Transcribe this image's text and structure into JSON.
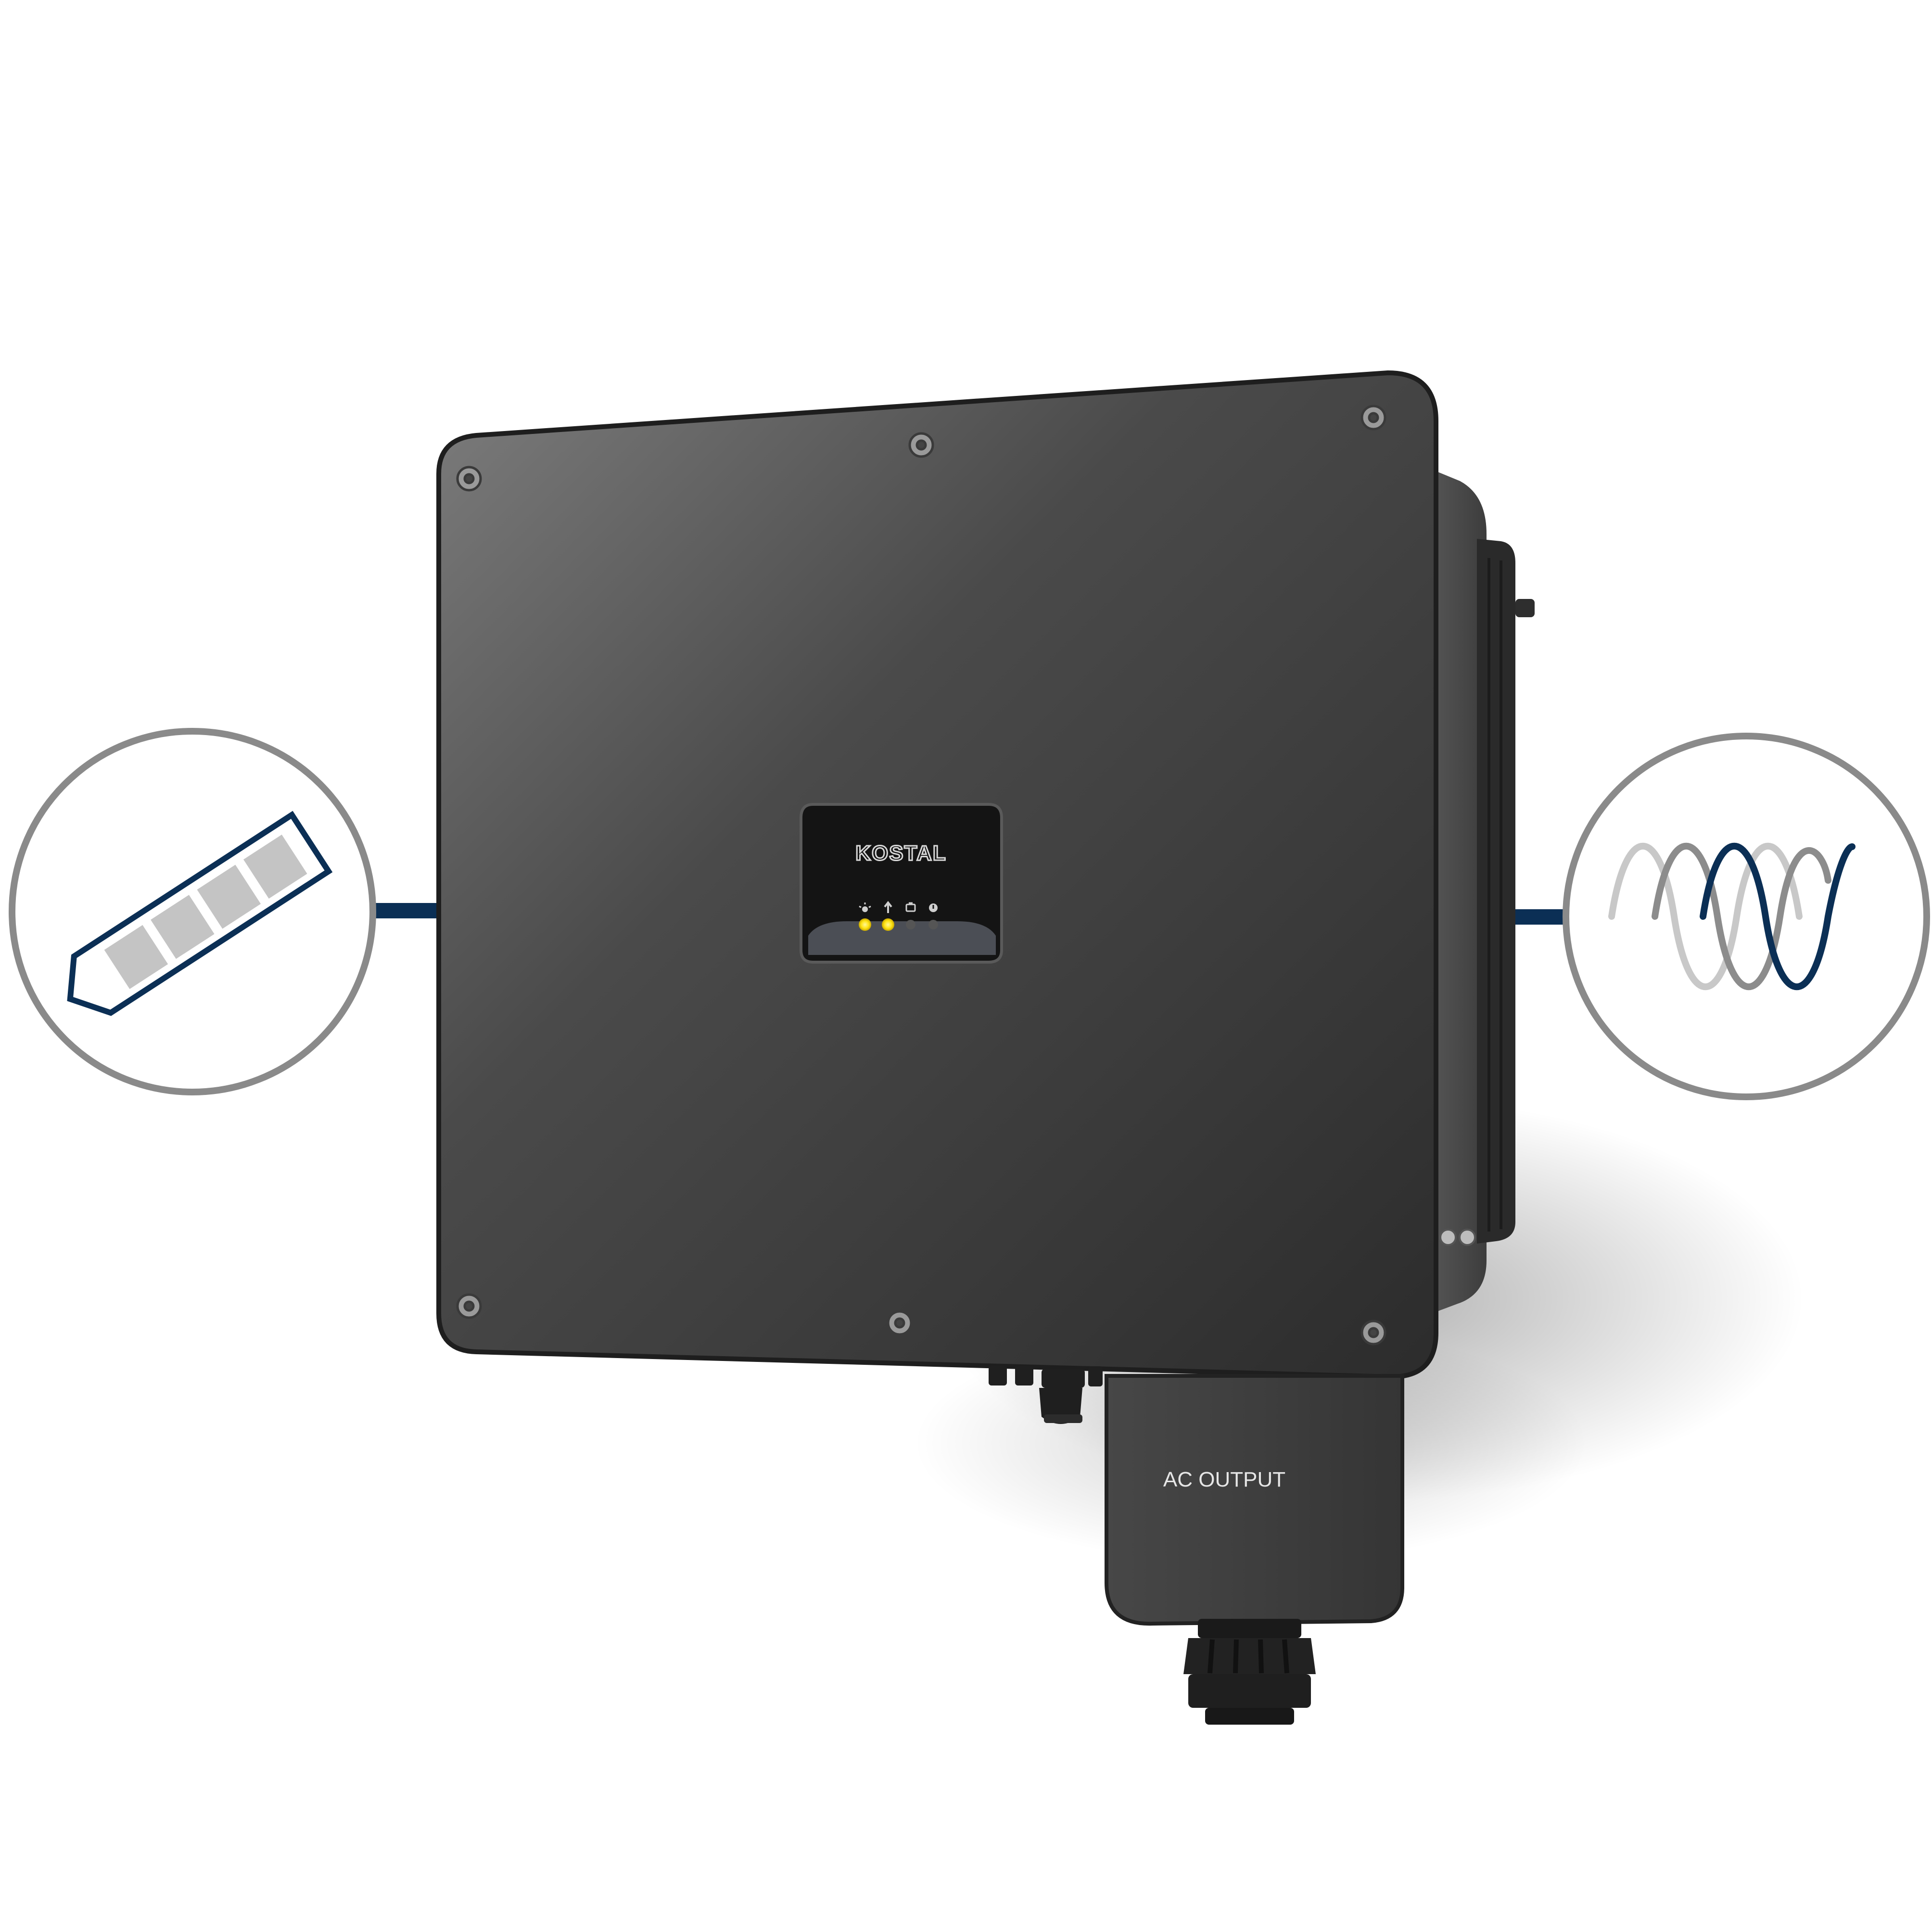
{
  "device": {
    "brand_label": "KOSTAL",
    "terminal_box_label": "AC OUTPUT",
    "led_icons": [
      "sun-icon",
      "grid-arrow-icon",
      "battery-icon",
      "warning-icon"
    ],
    "led_states": [
      "on",
      "on",
      "off",
      "off"
    ]
  },
  "left_badge": {
    "icon": "battery-icon",
    "ring_color": "#8a8a8a",
    "accent_color": "#0b2f55"
  },
  "right_badge": {
    "icon": "ac-sine-wave-icon",
    "ring_color": "#8a8a8a",
    "accent_color": "#0b2f55"
  },
  "colors": {
    "connector_line": "#0b2f55",
    "led_on": "#ffe414",
    "led_off": "#555555",
    "housing": "#3a3a3a"
  }
}
